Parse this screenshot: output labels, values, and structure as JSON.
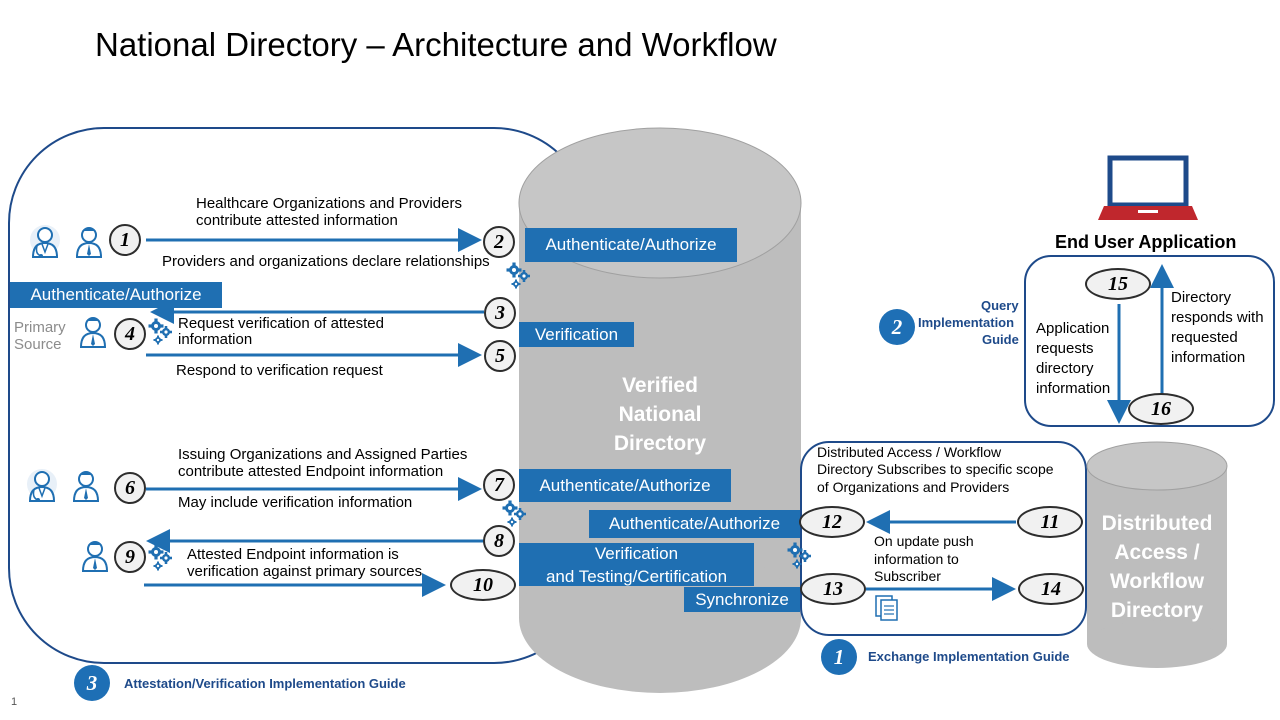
{
  "title": "National Directory – Architecture and Workflow",
  "page_number": "1",
  "central_cylinder": {
    "line1": "Verified",
    "line2": "National",
    "line3": "Directory"
  },
  "distributed_cylinder": {
    "line1": "Distributed",
    "line2": "Access /",
    "line3": "Workflow",
    "line4": "Directory"
  },
  "end_user_application": "End User Application",
  "primary_source": {
    "line1": "Primary",
    "line2": "Source"
  },
  "labels": {
    "auth_top": "Authenticate/Authorize",
    "auth_left": "Authenticate/Authorize",
    "verification": "Verification",
    "auth_mid": "Authenticate/Authorize",
    "auth_lower": "Authenticate/Authorize",
    "ver_testing_line1": "Verification",
    "ver_testing_line2": "and Testing/Certification",
    "synchronize": "Synchronize"
  },
  "texts": {
    "hc_contrib_1": "Healthcare Organizations and Providers",
    "hc_contrib_2": "contribute attested information",
    "declare": "Providers and organizations declare relationships",
    "req_ver_1": "Request verification of attested",
    "req_ver_2": "information",
    "respond": "Respond to verification request",
    "issuing_1": "Issuing Organizations and Assigned Parties",
    "issuing_2": "contribute attested Endpoint  information",
    "may_include": "May include verification information",
    "attested_ep_1": "Attested Endpoint information is",
    "attested_ep_2": "verification against primary sources",
    "distrib_1": "Distributed Access / Workflow",
    "distrib_2": "Directory Subscribes to  specific scope",
    "distrib_3": "of Organizations and Providers",
    "on_update_1": "On update push",
    "on_update_2": "information to",
    "on_update_3": "Subscriber",
    "app_req_1": "Application",
    "app_req_2": "requests",
    "app_req_3": "directory",
    "app_req_4": "information",
    "dir_resp_1": "Directory",
    "dir_resp_2": "responds with",
    "dir_resp_3": "requested",
    "dir_resp_4": "information"
  },
  "steps": [
    "1",
    "2",
    "3",
    "4",
    "5",
    "6",
    "7",
    "8",
    "9",
    "10",
    "11",
    "12",
    "13",
    "14",
    "15",
    "16"
  ],
  "guides": {
    "query_badge": "2",
    "query_1": "Query",
    "query_2": "Implementation",
    "query_3": "Guide",
    "exchange_badge": "1",
    "exchange": "Exchange Implementation Guide",
    "attest_badge": "3",
    "attest": "Attestation/Verification Implementation Guide"
  },
  "icons": [
    "doctor-icon",
    "person-icon",
    "gear-icon",
    "laptop-icon",
    "document-icon",
    "arrow-icon"
  ],
  "colors": {
    "blue": "#1f6fb2",
    "navy": "#1e4a8a",
    "cylinder": "#bdbdbd",
    "laptop": "#c0272d"
  }
}
